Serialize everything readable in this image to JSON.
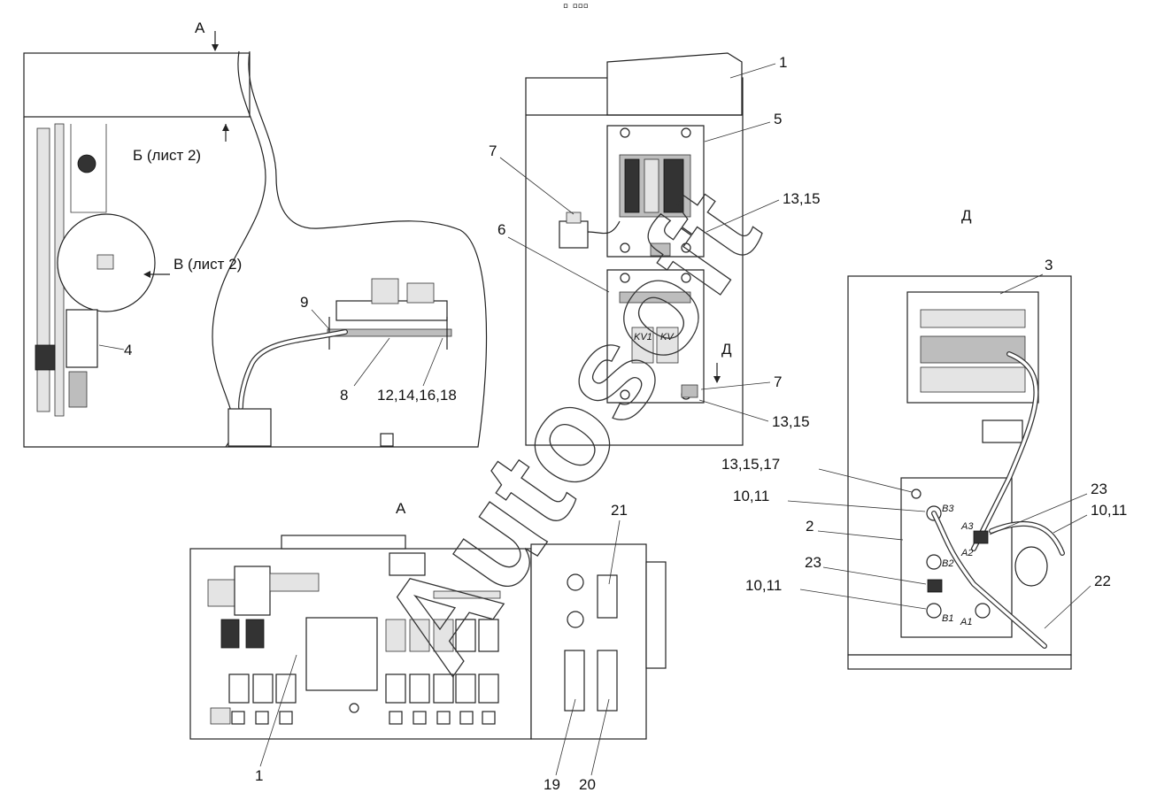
{
  "header_mark": "▫ ▫▫▫",
  "watermark": "Autosoft",
  "views": {
    "left": {
      "arrow_A": "А",
      "ref_B": "Б (лист 2)",
      "ref_V": "В (лист 2)",
      "callouts": [
        "4",
        "9",
        "8",
        "12,14,16,18"
      ]
    },
    "center": {
      "callouts": [
        "1",
        "5",
        "7",
        "13,15",
        "6",
        "7",
        "13,15"
      ],
      "arrow_D": "Д",
      "relay_labels": [
        "KV1",
        "KV"
      ]
    },
    "bottom": {
      "view_title": "А",
      "callouts": [
        "21",
        "1",
        "19",
        "20"
      ]
    },
    "right": {
      "view_title": "Д",
      "callouts": [
        "3",
        "13,15,17",
        "10,11",
        "23",
        "10,11",
        "2",
        "23",
        "10,11",
        "22"
      ],
      "terminal_labels": [
        "В3",
        "А3",
        "В2",
        "А2",
        "В1",
        "А1"
      ]
    }
  }
}
